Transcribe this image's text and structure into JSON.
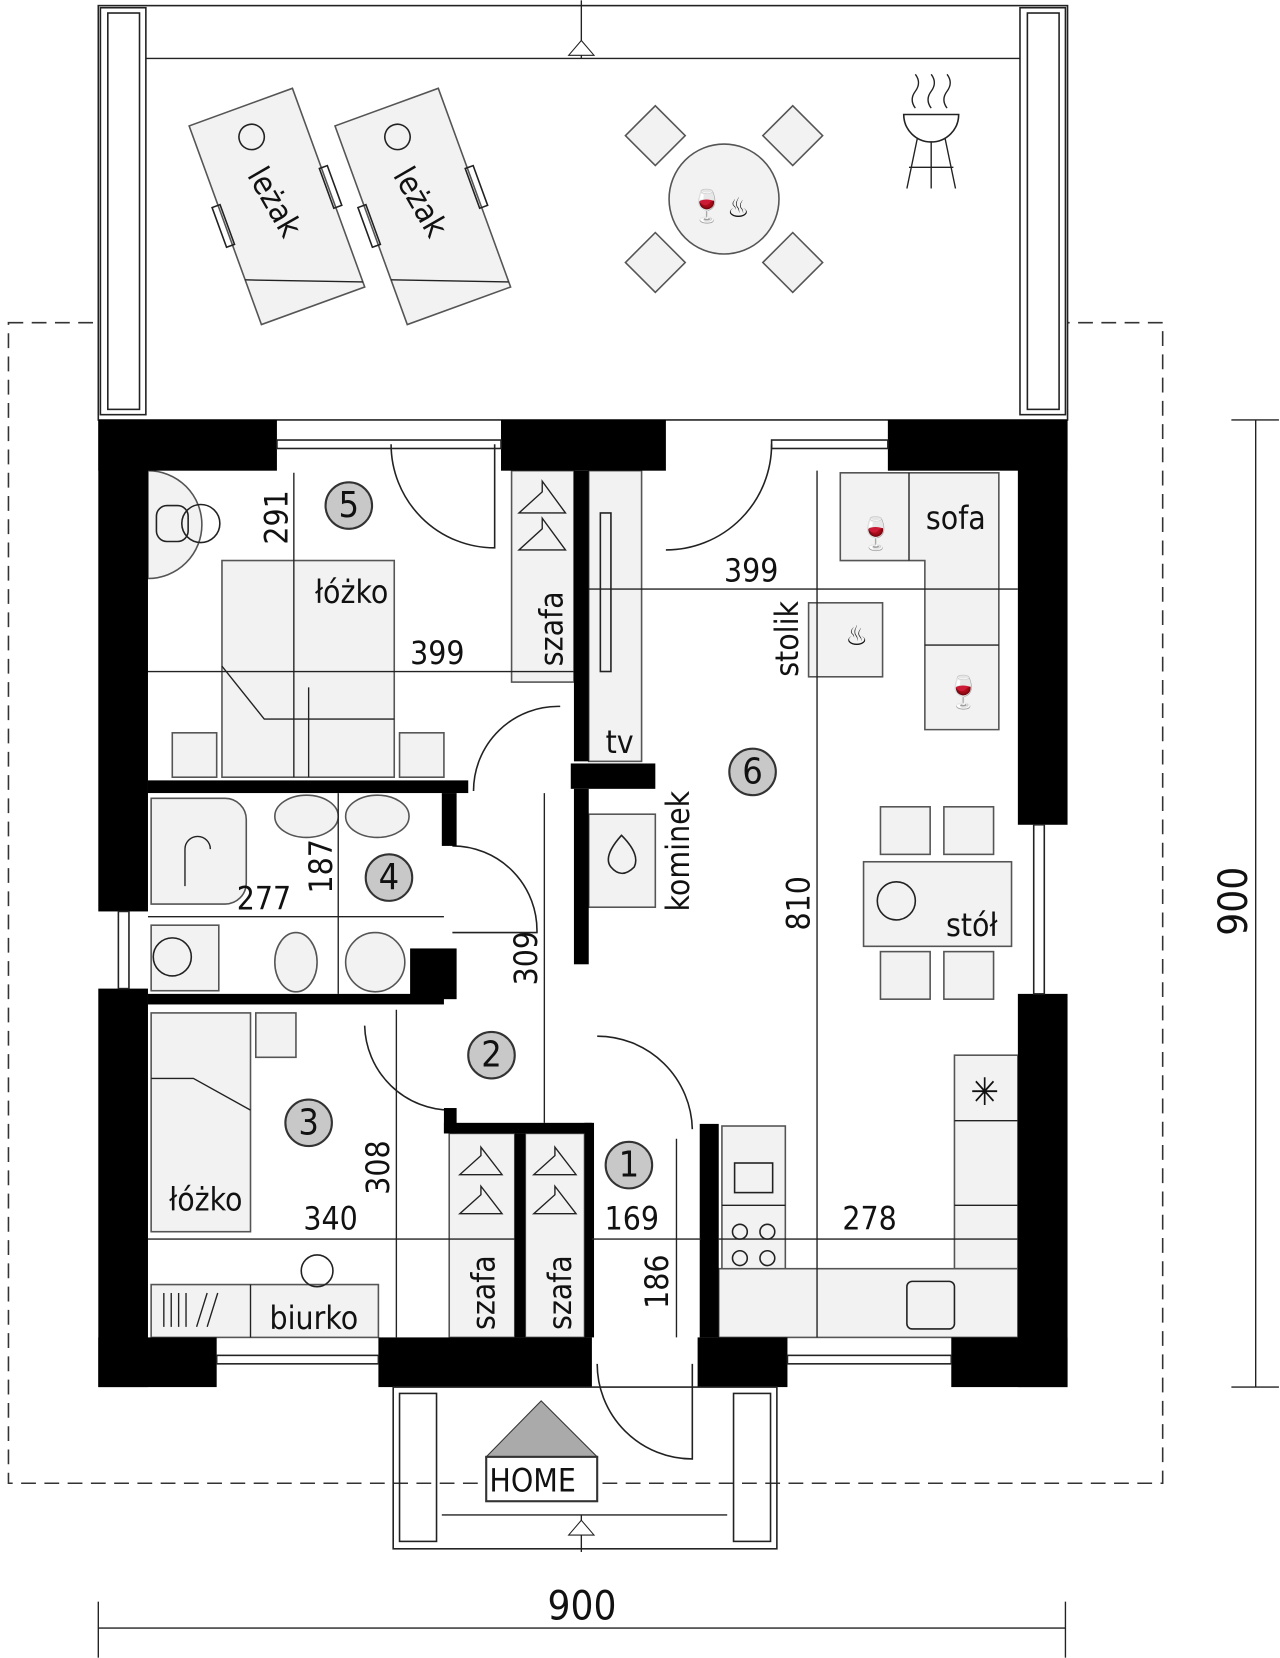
{
  "rooms": [
    {
      "number": "1"
    },
    {
      "number": "2"
    },
    {
      "number": "3"
    },
    {
      "number": "4"
    },
    {
      "number": "5"
    },
    {
      "number": "6"
    }
  ],
  "furniture": {
    "lounger1": "leżak",
    "lounger2": "leżak",
    "bed5": "łóżko",
    "wardrobe5": "szafa",
    "tv": "tv",
    "fireplace": "kominek",
    "sofa": "sofa",
    "coffee_table": "stolik",
    "dining_table": "stół",
    "bed3": "łóżko",
    "desk": "biurko",
    "wardrobe_a": "szafa",
    "wardrobe_b": "szafa",
    "home_sign": "HOME"
  },
  "dimensions": {
    "overall_width": "900",
    "overall_depth": "900",
    "r5_depth": "291",
    "r5_width": "399",
    "r6_width": "399",
    "r6_depth": "810",
    "r4_width": "277",
    "r4_depth": "187",
    "r2_depth": "309",
    "r3_depth": "308",
    "r3_width": "340",
    "r1_width": "169",
    "r1_depth": "186",
    "kitchen_width": "278"
  }
}
